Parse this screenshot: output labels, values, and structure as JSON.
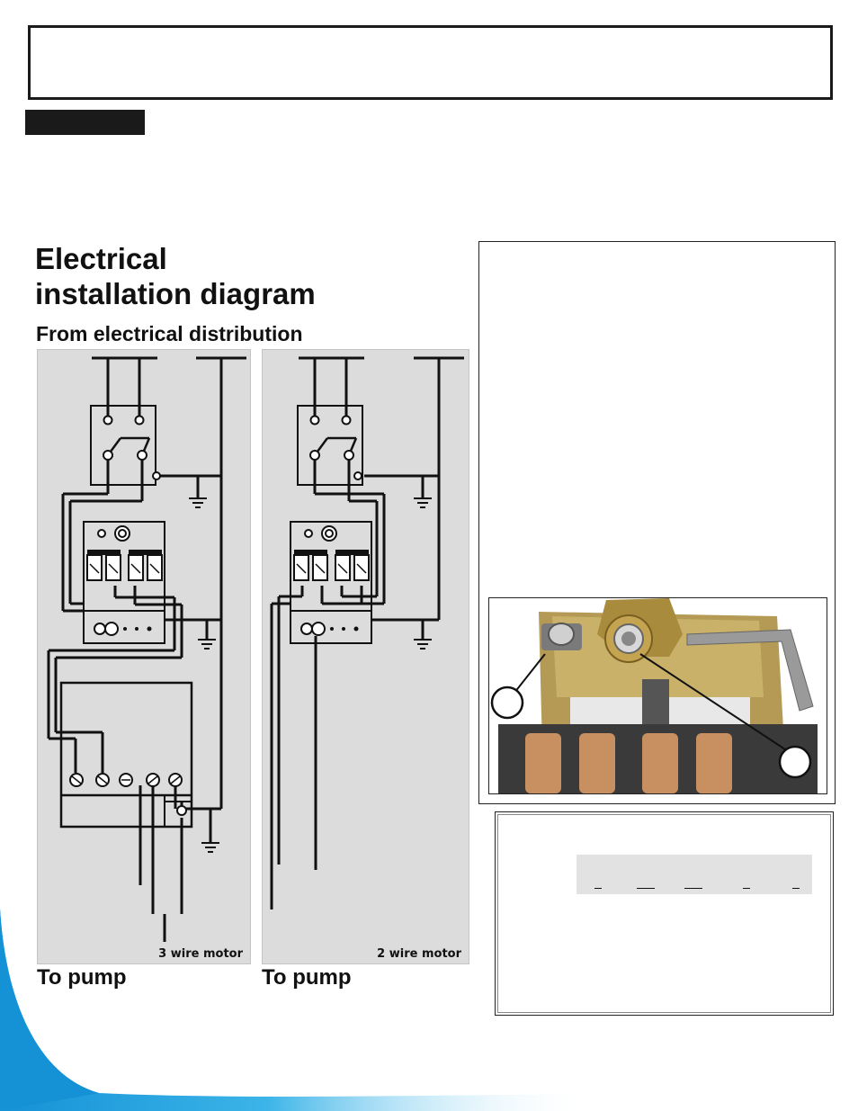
{
  "header": {
    "title": ""
  },
  "diagram": {
    "title_line1": "Electrical",
    "title_line2": "installation diagram",
    "subtitle": "From electrical distribution",
    "left_panel": {
      "caption": "3 wire motor",
      "footer": "To pump"
    },
    "right_panel": {
      "caption": "2 wire motor",
      "footer": "To pump"
    }
  },
  "photo": {
    "callouts": [
      "",
      ""
    ]
  },
  "settings": {
    "values": [
      "",
      "",
      "",
      "",
      ""
    ]
  },
  "colors": {
    "accent_wave": "#29a8e0",
    "panel_bg": "#dcdcdc",
    "frame": "#1a1a1a"
  },
  "icons": [
    "ground-icon",
    "pressure-switch-photo"
  ]
}
